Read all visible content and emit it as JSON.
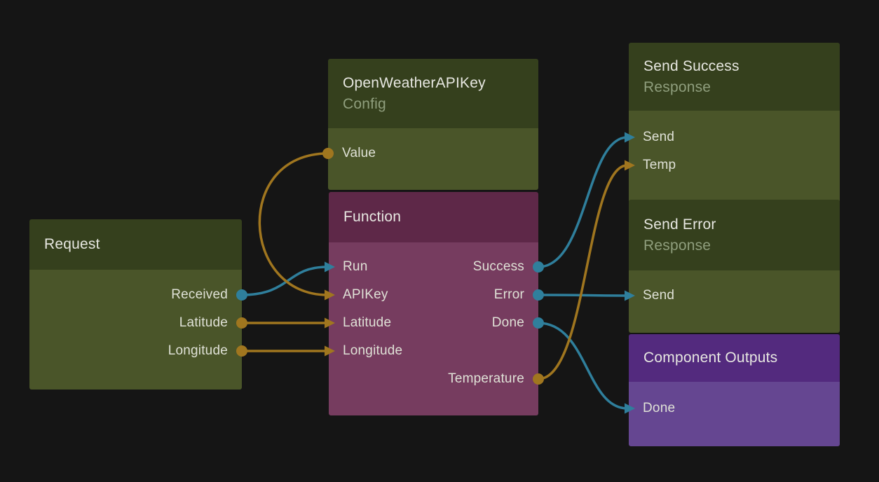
{
  "app": {
    "name": "flow-node-editor",
    "background": "#151515"
  },
  "colors": {
    "background": "#151515",
    "wire_teal": "#2f7f9c",
    "wire_orange": "#a0761f",
    "variants": {
      "green": {
        "header": "#35401d",
        "body": "#4a5529"
      },
      "mauve": {
        "header": "#5e2848",
        "body": "#763c5f"
      },
      "purple": {
        "header": "#532a7e",
        "body": "#654691"
      }
    }
  },
  "nodes": {
    "request": {
      "title": "Request",
      "outputs": [
        {
          "label": "Received",
          "color": "teal"
        },
        {
          "label": "Latitude",
          "color": "orange"
        },
        {
          "label": "Longitude",
          "color": "orange"
        }
      ]
    },
    "config": {
      "title": "OpenWeatherAPIKey",
      "subtitle": "Config",
      "outputs": [
        {
          "label": "Value",
          "color": "orange"
        }
      ]
    },
    "function": {
      "title": "Function",
      "inputs": [
        {
          "label": "Run"
        },
        {
          "label": "APIKey"
        },
        {
          "label": "Latitude"
        },
        {
          "label": "Longitude"
        }
      ],
      "outputs": [
        {
          "label": "Success",
          "color": "teal"
        },
        {
          "label": "Error",
          "color": "teal"
        },
        {
          "label": "Done",
          "color": "teal"
        },
        {
          "label": "Temperature",
          "color": "orange"
        }
      ]
    },
    "send_success": {
      "title": "Send Success",
      "subtitle": "Response",
      "inputs": [
        {
          "label": "Send"
        },
        {
          "label": "Temp"
        }
      ]
    },
    "send_error": {
      "title": "Send Error",
      "subtitle": "Response",
      "inputs": [
        {
          "label": "Send"
        }
      ]
    },
    "component_outputs": {
      "title": "Component Outputs",
      "inputs": [
        {
          "label": "Done"
        }
      ]
    }
  },
  "edges": [
    {
      "from": "request.received",
      "to": "function.run",
      "color": "teal"
    },
    {
      "from": "config.value",
      "to": "function.apikey",
      "color": "orange",
      "exit": "left"
    },
    {
      "from": "request.latitude",
      "to": "function.latitude",
      "color": "orange"
    },
    {
      "from": "request.longitude",
      "to": "function.longitude",
      "color": "orange"
    },
    {
      "from": "function.success",
      "to": "send_success.send",
      "color": "teal"
    },
    {
      "from": "function.error",
      "to": "send_error.send",
      "color": "teal"
    },
    {
      "from": "function.done",
      "to": "component_outputs.done",
      "color": "teal"
    },
    {
      "from": "function.temperature",
      "to": "send_success.temp",
      "color": "orange"
    }
  ]
}
